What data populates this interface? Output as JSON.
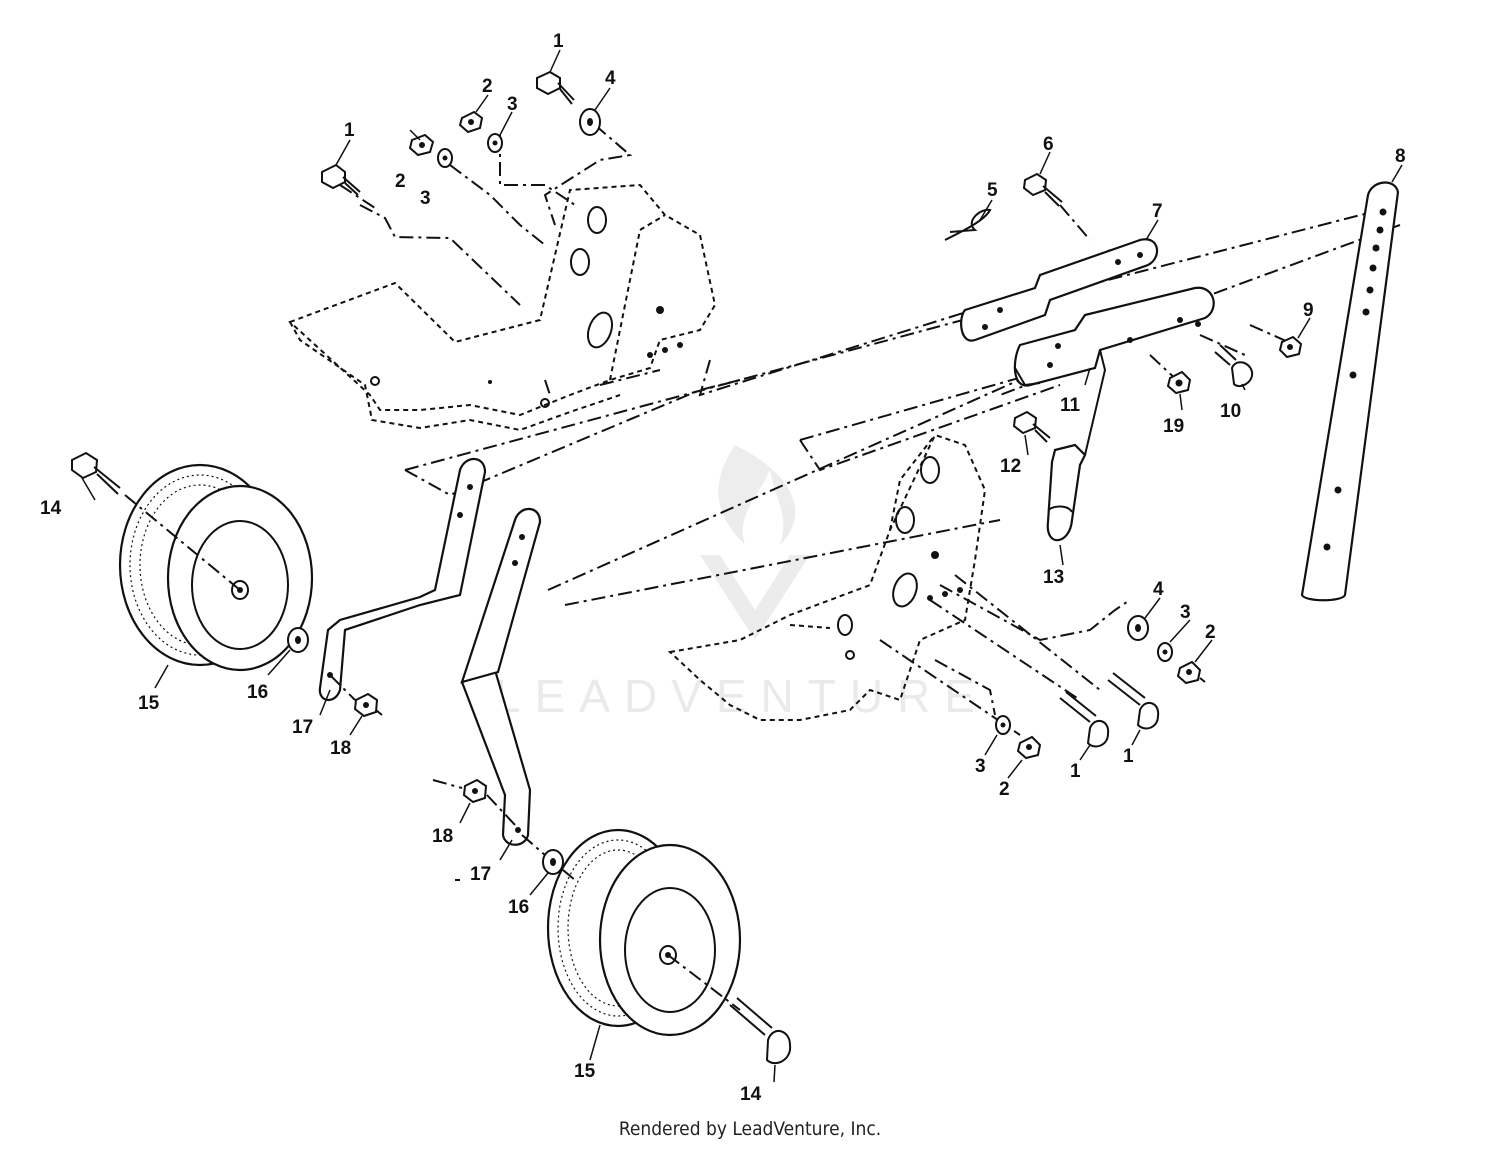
{
  "callouts": [
    {
      "id": "c1a",
      "text": "1"
    },
    {
      "id": "c1b",
      "text": "1"
    },
    {
      "id": "c1c",
      "text": "1"
    },
    {
      "id": "c1d",
      "text": "1"
    },
    {
      "id": "c2a",
      "text": "2"
    },
    {
      "id": "c2b",
      "text": "2"
    },
    {
      "id": "c2c",
      "text": "2"
    },
    {
      "id": "c2d",
      "text": "2"
    },
    {
      "id": "c3a",
      "text": "3"
    },
    {
      "id": "c3b",
      "text": "3"
    },
    {
      "id": "c3c",
      "text": "3"
    },
    {
      "id": "c3d",
      "text": "3"
    },
    {
      "id": "c4a",
      "text": "4"
    },
    {
      "id": "c4b",
      "text": "4"
    },
    {
      "id": "c5",
      "text": "5"
    },
    {
      "id": "c6",
      "text": "6"
    },
    {
      "id": "c7",
      "text": "7"
    },
    {
      "id": "c8",
      "text": "8"
    },
    {
      "id": "c9",
      "text": "9"
    },
    {
      "id": "c10",
      "text": "10"
    },
    {
      "id": "c11",
      "text": "11"
    },
    {
      "id": "c12",
      "text": "12"
    },
    {
      "id": "c13",
      "text": "13"
    },
    {
      "id": "c14a",
      "text": "14"
    },
    {
      "id": "c14b",
      "text": "14"
    },
    {
      "id": "c15a",
      "text": "15"
    },
    {
      "id": "c15b",
      "text": "15"
    },
    {
      "id": "c16a",
      "text": "16"
    },
    {
      "id": "c16b",
      "text": "16"
    },
    {
      "id": "c17a",
      "text": "17"
    },
    {
      "id": "c17b",
      "text": "17"
    },
    {
      "id": "c18a",
      "text": "18"
    },
    {
      "id": "c18b",
      "text": "18"
    },
    {
      "id": "c19",
      "text": "19"
    }
  ],
  "watermark": "LEADVENTURE",
  "footer": "Rendered by LeadVenture, Inc."
}
